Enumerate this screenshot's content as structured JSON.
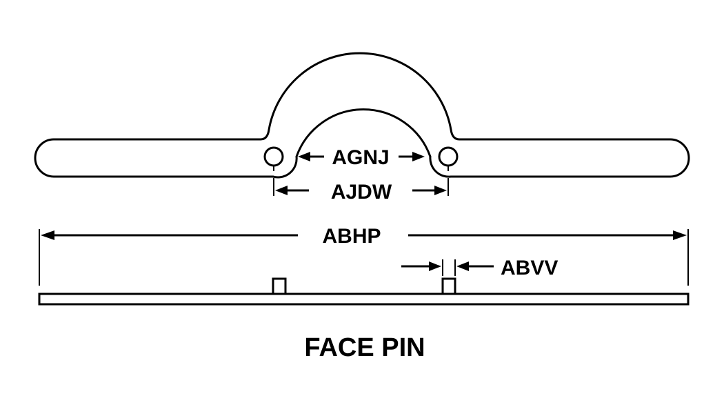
{
  "title": "FACE PIN",
  "dimensions": {
    "inner_gap": "AGNJ",
    "pin_spacing": "AJDW",
    "overall_length": "ABHP",
    "pin_diameter": "ABVV"
  },
  "colors": {
    "line": "#000000",
    "background": "#ffffff"
  }
}
